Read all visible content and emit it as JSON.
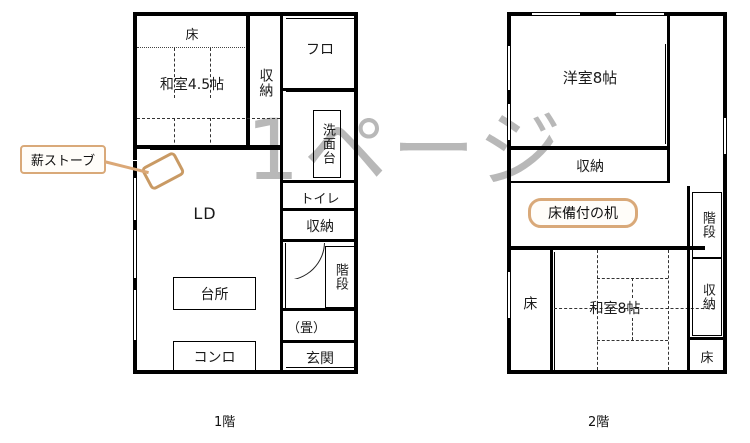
{
  "document": {
    "kind": "floor-plan",
    "watermark_text": "1ページ",
    "watermark_color": "#b8b8b8",
    "accent_color": "#d9a979",
    "wall_color": "#000000",
    "background_color": "#ffffff"
  },
  "captions": {
    "first_floor": "1階",
    "second_floor": "2階"
  },
  "annotations": [
    {
      "id": "stove",
      "label": "薪ストーブ",
      "target": "rotated rectangle in LD"
    },
    {
      "id": "desk",
      "label": "床備付の机",
      "target": "second floor hallway"
    }
  ],
  "floor1": {
    "name": "1階",
    "rooms": [
      {
        "key": "toko_a",
        "label": "床",
        "orientation": "horizontal"
      },
      {
        "key": "washitsu",
        "label": "和室4.5帖",
        "orientation": "horizontal"
      },
      {
        "key": "closet_a",
        "label": "収納",
        "orientation": "vertical"
      },
      {
        "key": "furo",
        "label": "フロ",
        "orientation": "horizontal"
      },
      {
        "key": "senmendai",
        "label": "洗面台",
        "orientation": "vertical"
      },
      {
        "key": "toilet",
        "label": "トイレ",
        "orientation": "horizontal"
      },
      {
        "key": "closet_b",
        "label": "収納",
        "orientation": "horizontal"
      },
      {
        "key": "kaidan",
        "label": "階段",
        "orientation": "vertical"
      },
      {
        "key": "tatami",
        "label": "（畳）",
        "orientation": "horizontal"
      },
      {
        "key": "genkan",
        "label": "玄関",
        "orientation": "horizontal"
      },
      {
        "key": "ld",
        "label": "LD",
        "orientation": "horizontal"
      },
      {
        "key": "daidokoro",
        "label": "台所",
        "orientation": "horizontal"
      },
      {
        "key": "konro",
        "label": "コンロ",
        "orientation": "horizontal"
      }
    ]
  },
  "floor2": {
    "name": "2階",
    "rooms": [
      {
        "key": "yoshitsu",
        "label": "洋室8帖",
        "orientation": "horizontal"
      },
      {
        "key": "closet_top",
        "label": "収納",
        "orientation": "horizontal"
      },
      {
        "key": "toko_left",
        "label": "床",
        "orientation": "vertical"
      },
      {
        "key": "washitsu8",
        "label": "和室8帖",
        "orientation": "horizontal"
      },
      {
        "key": "kaidan2",
        "label": "階段",
        "orientation": "vertical"
      },
      {
        "key": "closet_r",
        "label": "収納",
        "orientation": "vertical"
      },
      {
        "key": "toko_r",
        "label": "床",
        "orientation": "horizontal"
      }
    ]
  }
}
